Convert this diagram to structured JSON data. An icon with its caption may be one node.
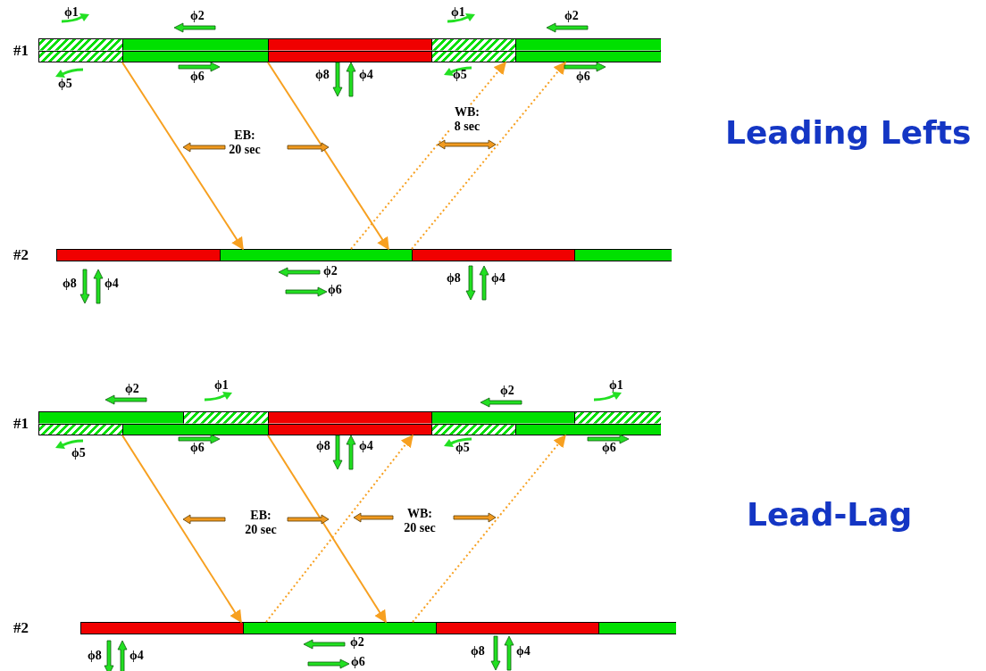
{
  "diagram": {
    "nodes": [
      {
        "text": [
          "#1"
        ]
      },
      {
        "text": [
          "#2"
        ]
      },
      {
        "text": [
          "#1"
        ]
      },
      {
        "text": [
          "#2"
        ]
      }
    ],
    "edges": [
      {
        "from": 0,
        "to": 1,
        "arrow": "to"
      },
      {
        "from": 0,
        "to": 1,
        "arrow": "to"
      },
      {
        "from": 1,
        "to": 0,
        "arrow": "to",
        "style": "dashed"
      },
      {
        "from": 1,
        "to": 0,
        "arrow": "to",
        "style": "dashed"
      },
      {
        "from": 2,
        "to": 3,
        "arrow": "to"
      },
      {
        "from": 2,
        "to": 3,
        "arrow": "to"
      },
      {
        "from": 3,
        "to": 2,
        "arrow": "to",
        "style": "dashed"
      },
      {
        "from": 3,
        "to": 2,
        "arrow": "to",
        "style": "dashed"
      }
    ],
    "labels": [
      "ϕ1",
      "ϕ2",
      "ϕ1",
      "ϕ2",
      "ϕ5",
      "ϕ6",
      "ϕ8",
      "ϕ4",
      "ϕ5",
      "ϕ6",
      "WB: 8 sec",
      "EB: 20 sec",
      "Leading Lefts",
      "ϕ8",
      "ϕ4",
      "ϕ2",
      "ϕ6",
      "ϕ8",
      "ϕ4",
      "ϕ2",
      "ϕ1",
      "ϕ2",
      "ϕ1",
      "ϕ5",
      "ϕ6",
      "ϕ8",
      "ϕ4",
      "ϕ5",
      "ϕ6",
      "EB: 20 sec",
      "WB: 20 sec",
      "Lead-Lag",
      "ϕ8",
      "ϕ4",
      "ϕ2",
      "ϕ6",
      "ϕ8",
      "ϕ4"
    ]
  }
}
